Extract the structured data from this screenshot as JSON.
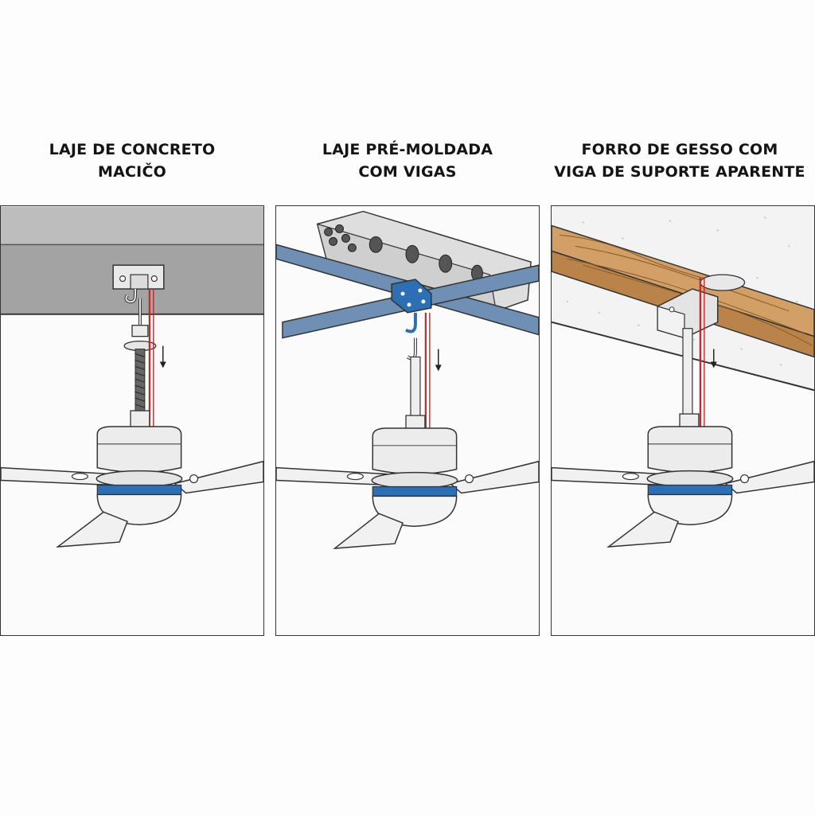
{
  "panels": [
    {
      "title_lines": [
        "LAJE DE CONCRETO",
        "MACIČO"
      ]
    },
    {
      "title_lines": [
        "LAJE PRÉ-MOLDADA",
        "COM VIGAS"
      ]
    },
    {
      "title_lines": [
        "FORRO DE GESSO COM",
        "VIGA DE SUPORTE APARENTE"
      ]
    }
  ],
  "colors": {
    "wire": "#c0282c",
    "accent_blue": "#2d6fb4",
    "steel_beam": "#6f8fb4",
    "concrete": "#b9b9b9",
    "wood": "#c9955a",
    "outline": "#333333"
  },
  "icons": [
    "hook-icon",
    "arrow-down-icon",
    "ceiling-fan-icon"
  ]
}
